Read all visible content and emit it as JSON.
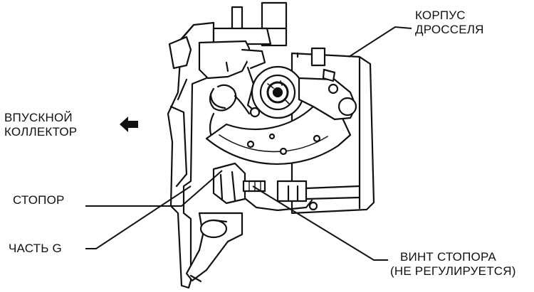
{
  "labels": {
    "throttle_body": [
      "КОРПУС",
      "ДРОССЕЛЯ"
    ],
    "intake_manifold": [
      "ВПУСКНОЙ",
      "КОЛЛЕКТОР"
    ],
    "stopper": "СТОПОР",
    "part_g": "ЧАСТЬ G",
    "stopper_screw": [
      "ВИНТ СТОПОРА",
      "(НЕ РЕГУЛИРУЕТСЯ)"
    ]
  },
  "icons": {
    "direction_arrow": "arrow-left-icon"
  },
  "colors": {
    "ink": "#111111",
    "background": "#ffffff"
  }
}
